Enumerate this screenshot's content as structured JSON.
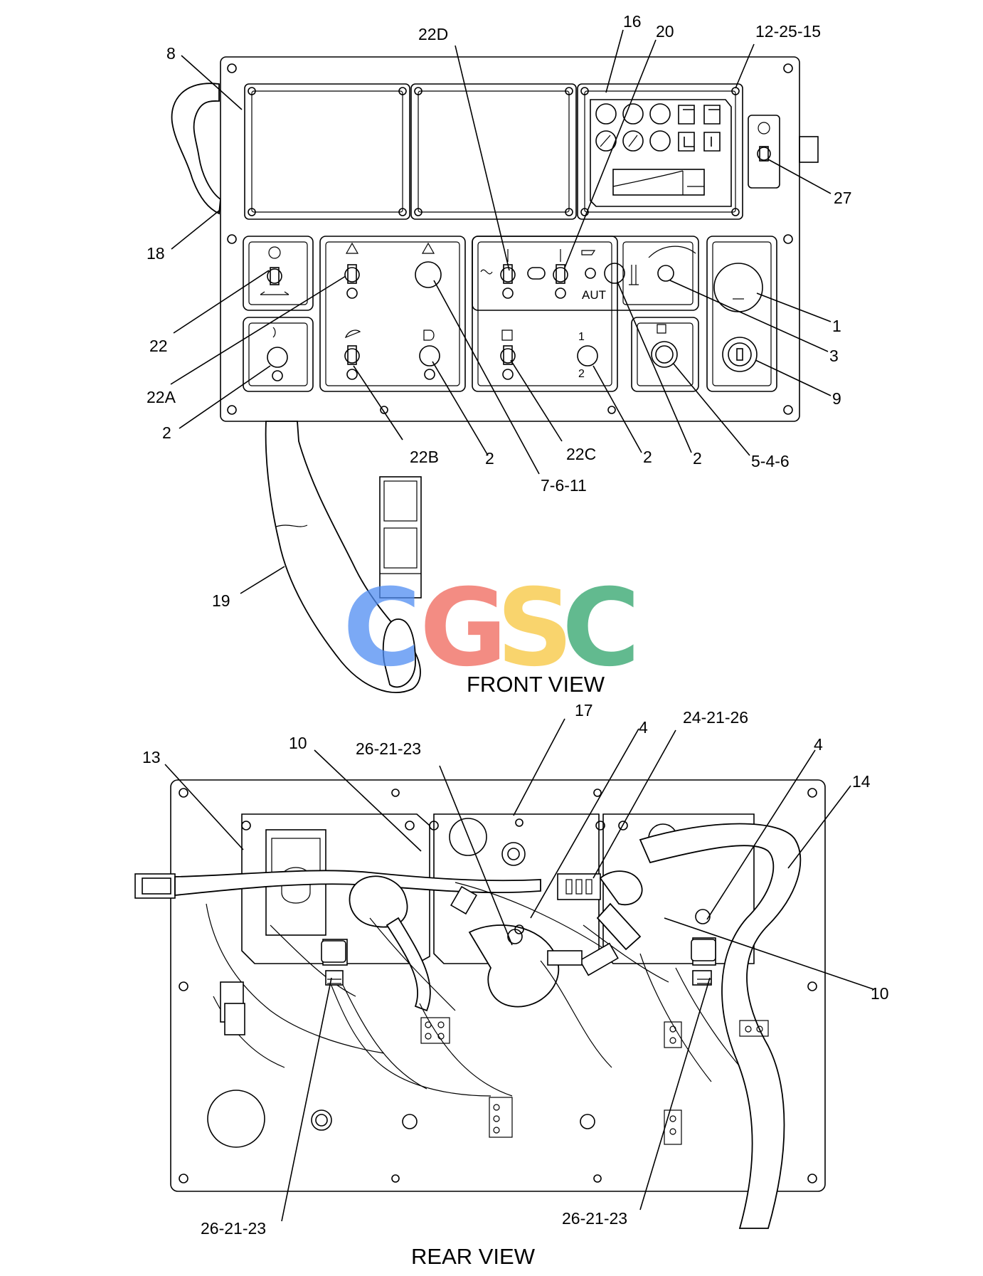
{
  "views": {
    "front": "FRONT VIEW",
    "rear": "REAR VIEW"
  },
  "watermark": {
    "letters": [
      "C",
      "G",
      "S",
      "C"
    ],
    "colors": [
      "#4f8df2",
      "#f0665a",
      "#f7c63d",
      "#2ea36a"
    ]
  },
  "front_labels": {
    "l8": "8",
    "l18": "18",
    "l22": "22",
    "l22A": "22A",
    "l2a": "2",
    "l22B": "22B",
    "l2b": "2",
    "l7611": "7-6-11",
    "l22C": "22C",
    "l2c": "2",
    "l2d": "2",
    "l546": "5-4-6",
    "l9": "9",
    "l3": "3",
    "l1": "1",
    "l27": "27",
    "l122515": "12-25-15",
    "l16": "16",
    "l20": "20",
    "l22D": "22D",
    "l19": "19",
    "aut": "AUT",
    "one": "1",
    "two": "2"
  },
  "rear_labels": {
    "l13": "13",
    "l10a": "10",
    "l262123a": "26-21-23",
    "l17": "17",
    "l4a": "4",
    "l242126": "24-21-26",
    "l4b": "4",
    "l14": "14",
    "l10b": "10",
    "l262123b": "26-21-23",
    "l262123c": "26-21-23"
  }
}
